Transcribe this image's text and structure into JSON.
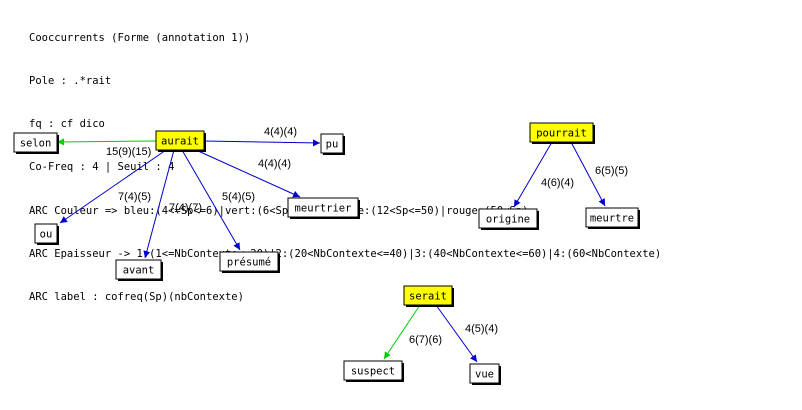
{
  "header": {
    "lines": [
      "Cooccurrents (Forme (annotation 1))",
      "Pole : .*rait",
      "fq : cf dico",
      "Co-Freq : 4 | Seuil : 4",
      "ARC Couleur => bleu:(4<=Sp<=6)|vert:(6<Sp<=12)|orange:(12<Sp<=50)|rouge:(50<Sp)",
      "ARC Epaisseur -> 1:(1<=NbContexte<=20)|2:(20<NbContexte<=40)|3:(40<NbContexte<=60)|4:(60<NbContexte)",
      "ARC label : cofreq(Sp)(nbContexte)"
    ]
  },
  "colors": {
    "pole_fill": "#ffff00",
    "node_fill": "#ffffff",
    "edge_blue": "#0000cc",
    "edge_green": "#00cc00"
  },
  "nodes": [
    {
      "id": "aurait",
      "label": "aurait",
      "pole": true
    },
    {
      "id": "selon",
      "label": "selon",
      "pole": false
    },
    {
      "id": "pu",
      "label": "pu",
      "pole": false
    },
    {
      "id": "meurtrier",
      "label": "meurtrier",
      "pole": false
    },
    {
      "id": "ou",
      "label": "ou",
      "pole": false
    },
    {
      "id": "avant",
      "label": "avant",
      "pole": false
    },
    {
      "id": "presume",
      "label": "présumé",
      "pole": false
    },
    {
      "id": "pourrait",
      "label": "pourrait",
      "pole": true
    },
    {
      "id": "origine",
      "label": "origine",
      "pole": false
    },
    {
      "id": "meurtre",
      "label": "meurtre",
      "pole": false
    },
    {
      "id": "serait",
      "label": "serait",
      "pole": true
    },
    {
      "id": "suspect",
      "label": "suspect",
      "pole": false
    },
    {
      "id": "vue",
      "label": "vue",
      "pole": false
    }
  ],
  "edges": [
    {
      "from": "aurait",
      "to": "selon",
      "label": "15(9)(15)",
      "color": "green"
    },
    {
      "from": "aurait",
      "to": "pu",
      "label": "4(4)(4)",
      "color": "blue"
    },
    {
      "from": "aurait",
      "to": "meurtrier",
      "label": "4(4)(4)",
      "color": "blue"
    },
    {
      "from": "aurait",
      "to": "ou",
      "label": "7(4)(5)",
      "color": "blue"
    },
    {
      "from": "aurait",
      "to": "avant",
      "label": "7(4)(7)",
      "color": "blue"
    },
    {
      "from": "aurait",
      "to": "presume",
      "label": "5(4)(5)",
      "color": "blue"
    },
    {
      "from": "pourrait",
      "to": "origine",
      "label": "4(6)(4)",
      "color": "blue"
    },
    {
      "from": "pourrait",
      "to": "meurtre",
      "label": "6(5)(5)",
      "color": "blue"
    },
    {
      "from": "serait",
      "to": "suspect",
      "label": "6(7)(6)",
      "color": "green"
    },
    {
      "from": "serait",
      "to": "vue",
      "label": "4(5)(4)",
      "color": "blue"
    }
  ]
}
